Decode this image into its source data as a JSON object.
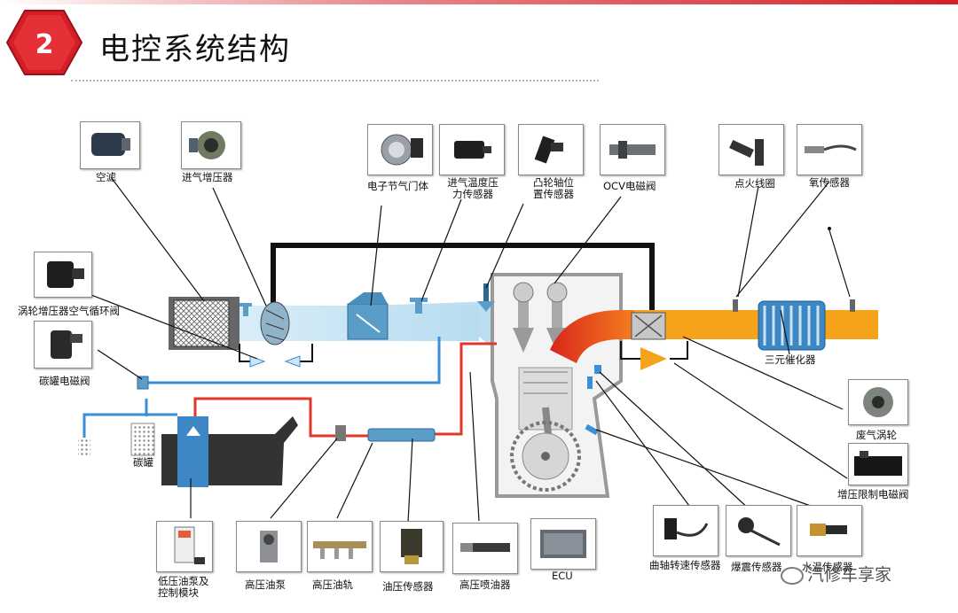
{
  "slide": {
    "number": "2",
    "title": "电控系统结构",
    "accent_color": "#d41f26"
  },
  "components": {
    "air_filter": "空滤",
    "intercooler": "进气增压器",
    "throttle": "电子节气门体",
    "map_sensor": "进气温度压力传感器",
    "cam_sensor": "凸轮轴位置传感器",
    "ocv_valve": "OCV电磁阀",
    "ignition_coil": "点火线圈",
    "oxygen_sensor": "氧传感器",
    "recirc_valve": "涡轮增压器空气循环阀",
    "canister_valve": "碳罐电磁阀",
    "canister": "碳罐",
    "catalyst": "三元催化器",
    "turbo": "废气涡轮",
    "wastegate_valve": "增压限制电磁阀",
    "low_pressure_pump": "低压油泵及控制模块",
    "hp_pump": "高压油泵",
    "hp_rail": "高压油轨",
    "fuel_sensor": "油压传感器",
    "hp_injector": "高压喷油器",
    "ecu": "ECU",
    "crank_sensor": "曲轴转速传感器",
    "knock_sensor": "爆震传感器",
    "coolant_sensor": "水温传感器"
  },
  "watermark": "汽修车享家",
  "colors": {
    "intake": "#c6e2f2",
    "exhaust_hot": "#e8471f",
    "exhaust": "#f7a21b",
    "fuel_line": "#e0392b",
    "vapor_line": "#3a8fd6",
    "boost_line": "#111111"
  }
}
